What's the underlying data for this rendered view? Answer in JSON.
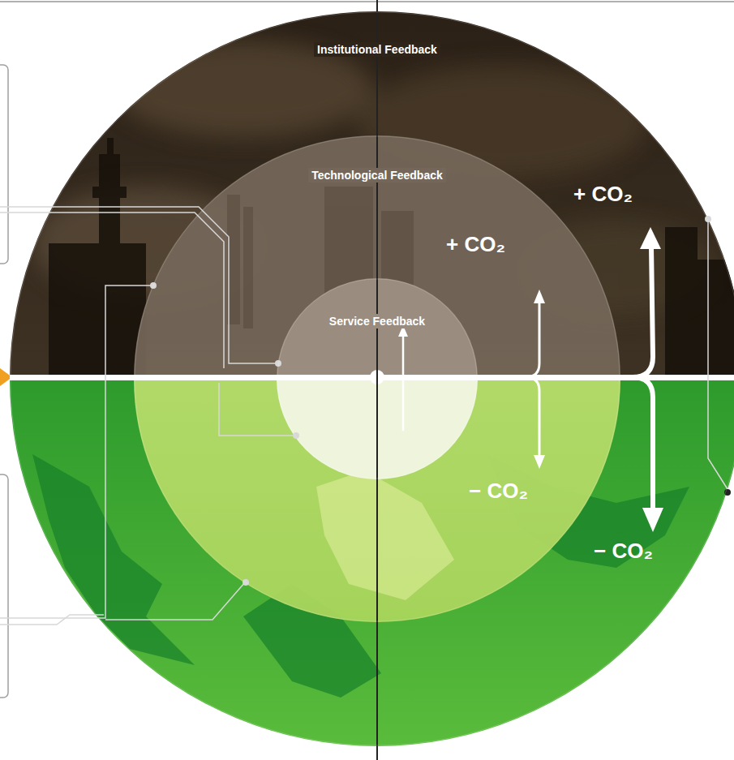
{
  "diagram": {
    "nodes": [
      {
        "text": [
          "Institutional Feedback"
        ]
      },
      {
        "text": [
          "Technological Feedback"
        ],
        "in": 0
      },
      {
        "text": [
          "Service Feedback"
        ],
        "in": 1
      }
    ],
    "labels": [
      "+ CO₂",
      "+ CO₂",
      "− CO₂",
      "− CO₂"
    ]
  }
}
